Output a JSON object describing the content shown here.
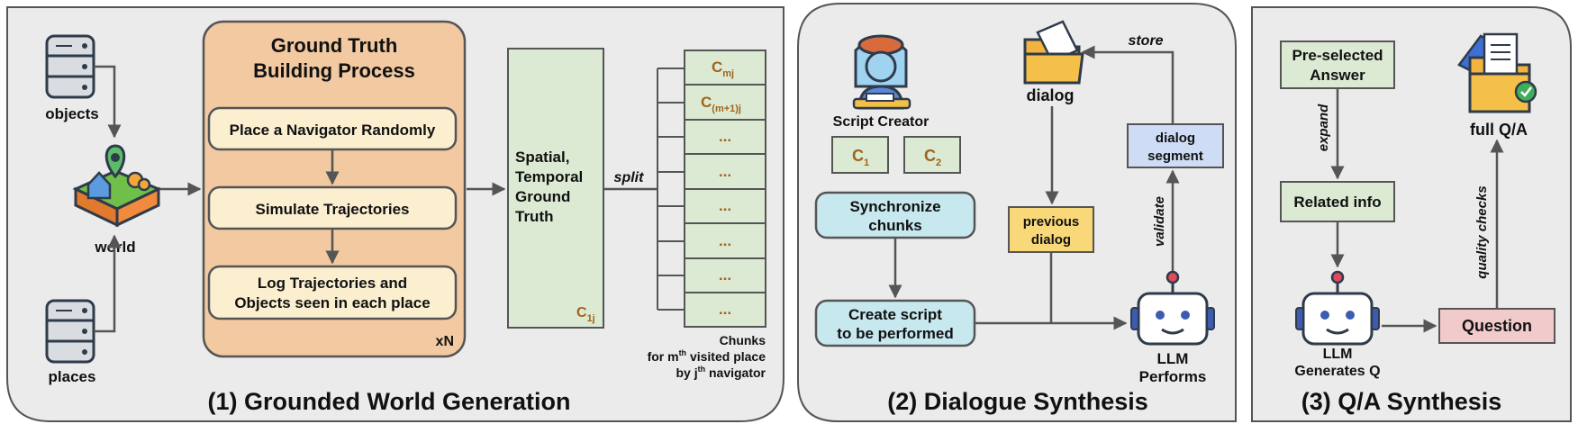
{
  "colors": {
    "panel_bg": "#ebebeb",
    "panel_border": "#555555",
    "gt_process_fill": "#f2c9a0",
    "step_fill": "#fbefd0",
    "green_fill": "#dcead3",
    "teal_fill": "#c6e8ee",
    "yellow_fill": "#f8d878",
    "blue_fill": "#cfdcf6",
    "pink_fill": "#f1cbcb",
    "chunk_label": "#a0631c",
    "arrow": "#555555"
  },
  "panel1": {
    "caption": "(1) Grounded World Generation",
    "objects_label": "objects",
    "world_label": "world",
    "places_label": "places",
    "gt_title_1": "Ground Truth",
    "gt_title_2": "Building Process",
    "step1": "Place a Navigator Randomly",
    "step2": "Simulate Trajectories",
    "step3_1": "Log Trajectories and",
    "step3_2": "Objects seen in each place",
    "repeat": "xN",
    "spatial_1": "Spatial,",
    "spatial_2": "Temporal",
    "spatial_3": "Ground",
    "spatial_4": "Truth",
    "c1j_main": "C",
    "c1j_sub": "1j",
    "split": "split",
    "chunk_c": "C",
    "chunk_mj": "mj",
    "chunk_m1j": "(m+1)j",
    "ellipsis": "...",
    "chunks_note_1": "Chunks",
    "chunks_note_2a": "for m",
    "chunks_note_2b": "th",
    "chunks_note_2c": " visited place",
    "chunks_note_3a": "by j",
    "chunks_note_3b": "th",
    "chunks_note_3c": " navigator"
  },
  "panel2": {
    "caption": "(2) Dialogue Synthesis",
    "script_creator": "Script Creator",
    "c_letter": "C",
    "c1_sub": "1",
    "c2_sub": "2",
    "sync_1": "Synchronize",
    "sync_2": "chunks",
    "create_1": "Create script",
    "create_2": "to be performed",
    "dialog": "dialog",
    "store": "store",
    "prev_1": "previous",
    "prev_2": "dialog",
    "seg_1": "dialog",
    "seg_2": "segment",
    "validate": "validate",
    "llm_1": "LLM",
    "llm_2": "Performs"
  },
  "panel3": {
    "caption": "(3) Q/A Synthesis",
    "pre_1": "Pre-selected",
    "pre_2": "Answer",
    "expand": "expand",
    "related": "Related info",
    "llm_1": "LLM",
    "llm_2": "Generates Q",
    "question": "Question",
    "quality": "quality checks",
    "full_qa": "full Q/A"
  }
}
